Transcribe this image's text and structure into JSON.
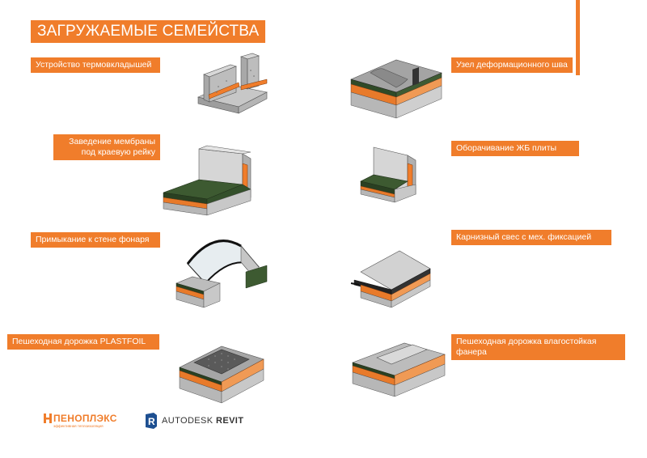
{
  "page": {
    "title": "ЗАГРУЖАЕМЫЕ СЕМЕЙСТВА",
    "accent_color": "#f07d2b"
  },
  "families": [
    {
      "label": "Устройство термовкладышей",
      "icon": "thermal-insert-illustration"
    },
    {
      "label": "Узел деформационного шва",
      "icon": "expansion-joint-illustration"
    },
    {
      "label_lines": [
        "Заведение мембраны",
        "под краевую рейку"
      ],
      "icon": "membrane-edge-strip-illustration"
    },
    {
      "label": "Оборачивание ЖБ плиты",
      "icon": "rc-slab-wrap-illustration"
    },
    {
      "label": "Примыкание к стене фонаря",
      "icon": "skylight-wall-junction-illustration"
    },
    {
      "label": "Карнизный свес с мех. фиксацией",
      "icon": "eaves-overhang-illustration"
    },
    {
      "label": "Пешеходная дорожка PLASTFOIL",
      "icon": "walkway-plastfoil-illustration"
    },
    {
      "label": "Пешеходная дорожка влагостойкая фанера",
      "icon": "walkway-plywood-illustration"
    }
  ],
  "logos": {
    "penoplex_word": "ПЕНОПЛЭКС",
    "penoplex_tagline": "эффективная теплоизоляция",
    "autodesk_word": "AUTODESK",
    "revit_word": "REVIT"
  }
}
